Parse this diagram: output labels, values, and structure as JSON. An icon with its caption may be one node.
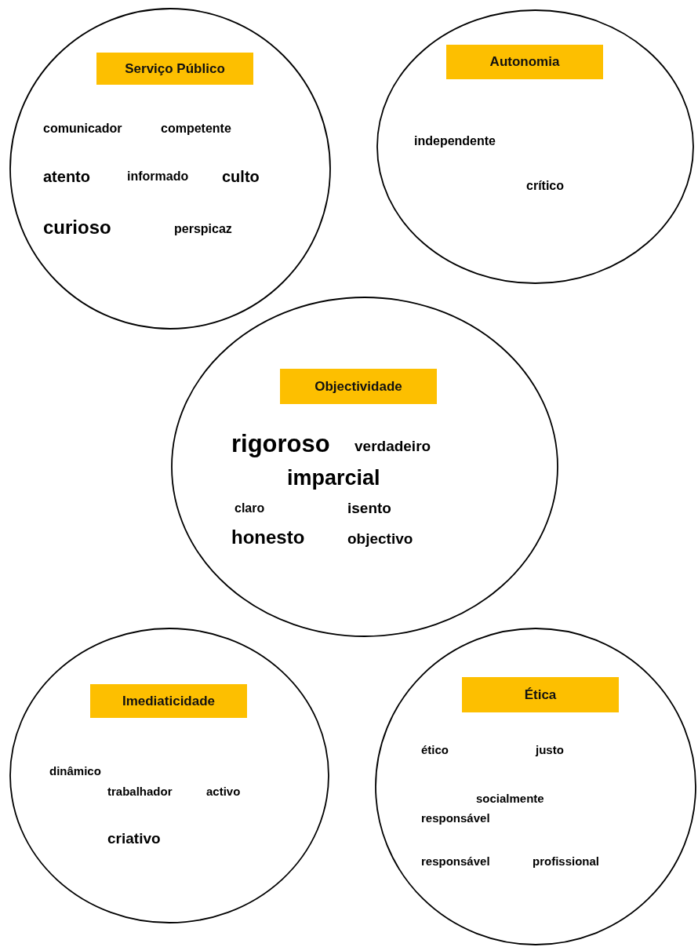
{
  "diagram": {
    "nodes": [
      {
        "text": [
          "comunicador",
          "competente",
          "atento",
          "informado",
          "culto",
          "curioso",
          "perspicaz"
        ]
      },
      {
        "text": [
          "Serviço Público"
        ],
        "in": 0
      },
      {
        "text": [
          "independente",
          "crítico"
        ]
      },
      {
        "text": [
          "Autonomia"
        ],
        "in": 2
      },
      {
        "text": [
          "rigoroso",
          "verdadeiro",
          "imparcial",
          "claro",
          "isento",
          "honesto",
          "objectivo"
        ]
      },
      {
        "text": [
          "Objectividade"
        ],
        "in": 4
      },
      {
        "text": [
          "dinâmico",
          "trabalhador",
          "activo",
          "criativo"
        ]
      },
      {
        "text": [
          "Imediaticidade"
        ],
        "in": 6
      },
      {
        "text": [
          "ético",
          "justo",
          "socialmente responsável",
          "responsável",
          "profissional"
        ]
      },
      {
        "text": [
          "Ética"
        ],
        "in": 8
      }
    ]
  }
}
